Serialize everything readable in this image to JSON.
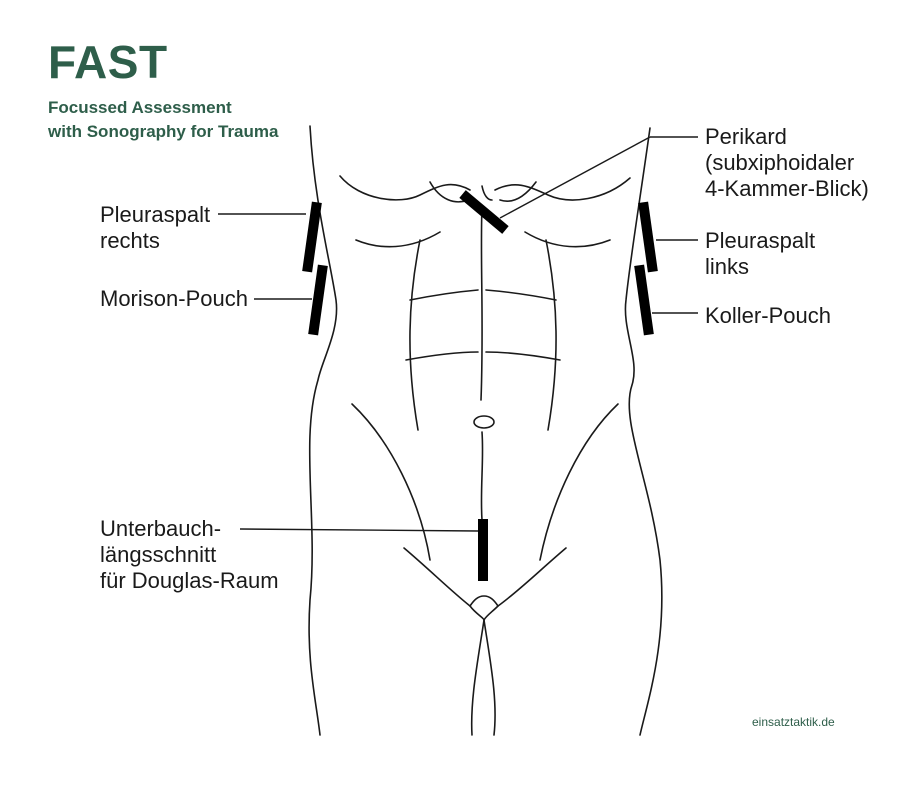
{
  "header": {
    "title": "FAST",
    "subtitle": "Focussed Assessment\nwith Sonography for Trauma"
  },
  "labels": {
    "perikard": "Perikard\n(subxiphoidaler\n4-Kammer-Blick)",
    "pleuraspalt_rechts": "Pleuraspalt\nrechts",
    "morison_pouch": "Morison-Pouch",
    "pleuraspalt_links": "Pleuraspalt\nlinks",
    "koller_pouch": "Koller-Pouch",
    "unterbauch": "Unterbauch-\nlängsschnitt\nfür Douglas-Raum"
  },
  "credit": "einsatztaktik.de",
  "colors": {
    "accent": "#2e5e4a",
    "line": "#1a1a1a"
  }
}
